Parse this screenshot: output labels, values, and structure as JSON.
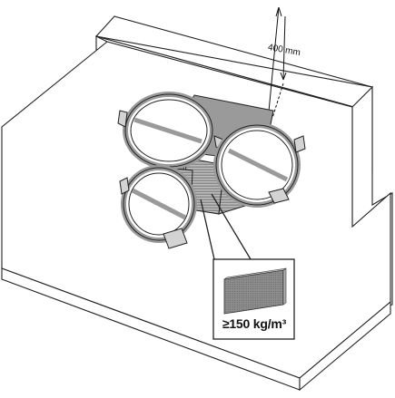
{
  "dimension": {
    "label": "400 mm"
  },
  "material": {
    "density_label": "≥150 kg/m³",
    "icon": "acoustic-mineral-wool-panel"
  },
  "colors": {
    "line": "#222222",
    "surface": "#ffffff",
    "duct_fill": "#d3d3d3",
    "plenum_fill": "#9a9a9a",
    "insulation_hatch": "#555555"
  }
}
